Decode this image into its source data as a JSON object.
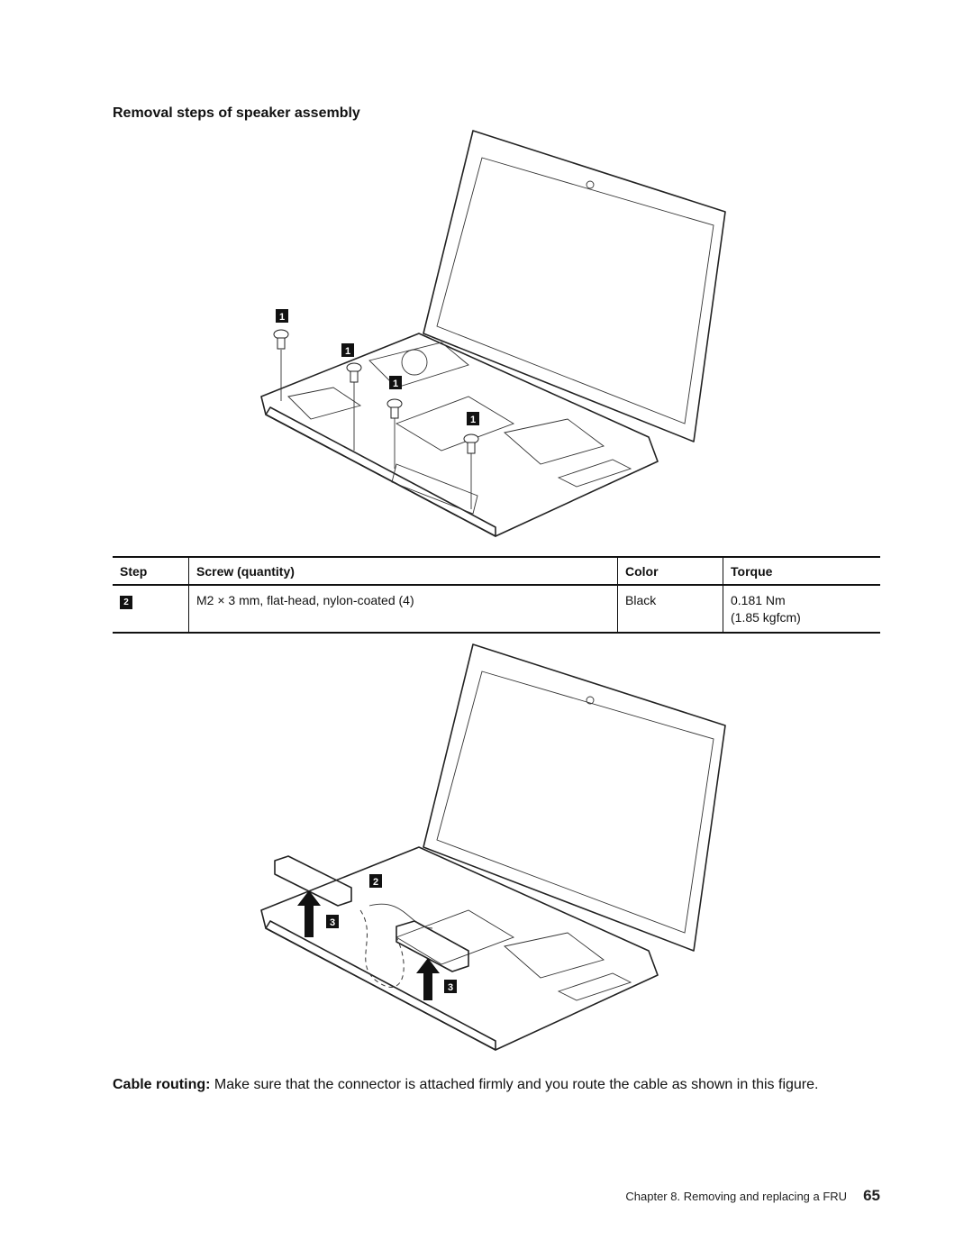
{
  "heading": "Removal steps of speaker assembly",
  "figure1": {
    "callouts": [
      "1",
      "1",
      "1",
      "1"
    ]
  },
  "table": {
    "headers": [
      "Step",
      "Screw (quantity)",
      "Color",
      "Torque"
    ],
    "rows": [
      {
        "step": "2",
        "screw": "M2 × 3 mm, flat-head, nylon-coated (4)",
        "color": "Black",
        "torque_line1": "0.181 Nm",
        "torque_line2": "(1.85 kgfcm)"
      }
    ]
  },
  "figure2": {
    "callouts": [
      "2",
      "3",
      "3"
    ]
  },
  "caption": {
    "label": "Cable routing:",
    "text": " Make sure that the connector is attached firmly and you route the cable as shown in this figure."
  },
  "footer": {
    "chapter": "Chapter 8. Removing and replacing a FRU",
    "page": "65"
  }
}
